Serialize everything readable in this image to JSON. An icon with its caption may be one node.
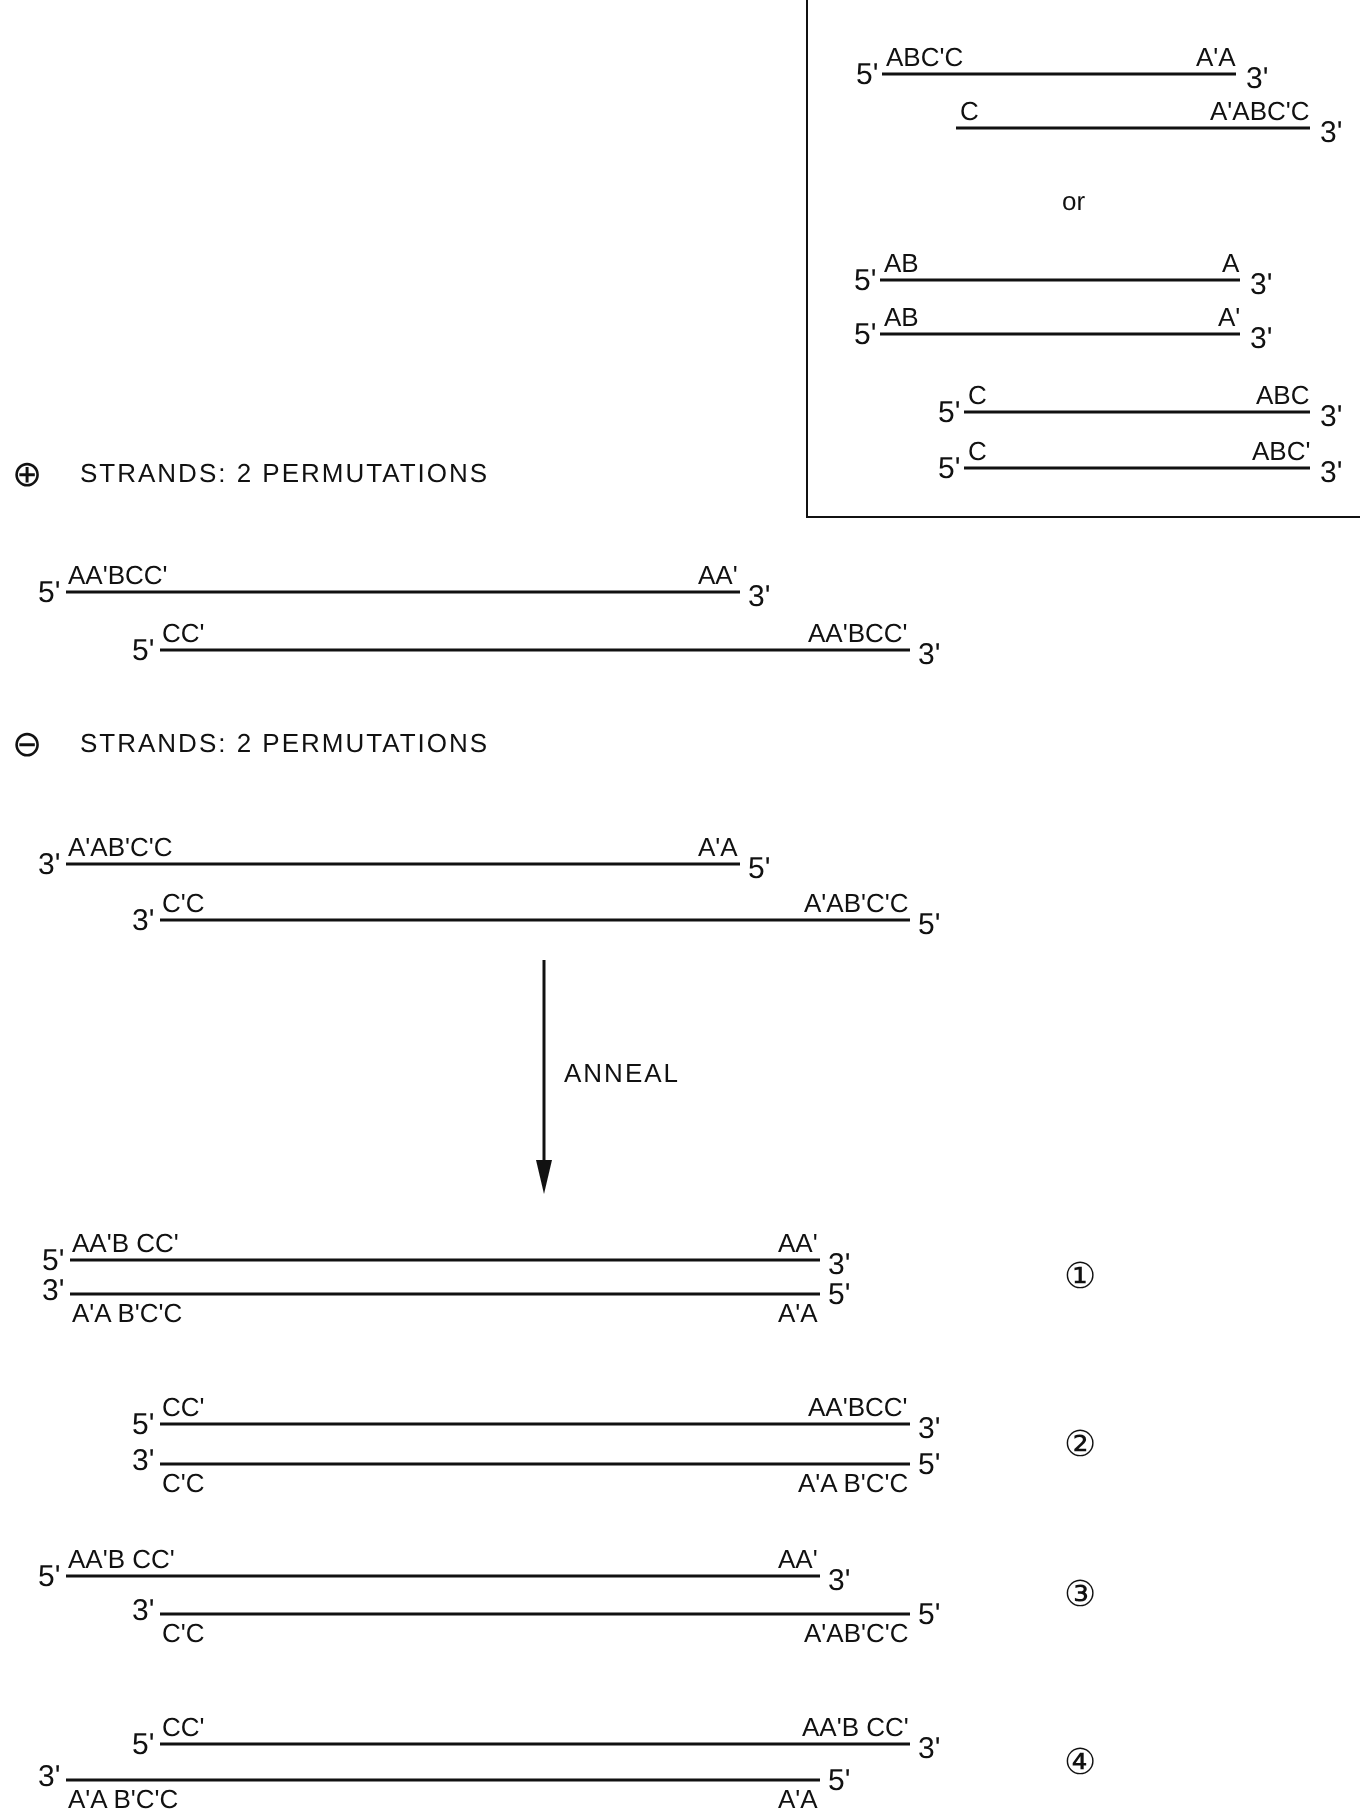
{
  "diagram": {
    "nodes": [
      {
        "text": [
          "5'",
          "ABC'C",
          "A'A",
          "3'",
          "C",
          "A'ABC'C",
          "3'",
          "or",
          "5'",
          "AB",
          "A",
          "3'",
          "5'",
          "AB",
          "A'",
          "3'",
          "5'",
          "C",
          "ABC",
          "3'",
          "5'",
          "C",
          "ABC'",
          "3'"
        ]
      }
    ],
    "labels": [
      "⊕",
      "STRANDS: 2 PERMUTATIONS",
      "5'",
      "AA'BCC'",
      "AA'",
      "3'",
      "5'",
      "CC'",
      "AA'BCC'",
      "3'",
      "⊖",
      "STRANDS: 2 PERMUTATIONS",
      "3'",
      "A'AB'C'C",
      "A'A",
      "5'",
      "3'",
      "C'C",
      "A'AB'C'C",
      "5'",
      "ANNEAL",
      "5'",
      "AA'B CC'",
      "AA'",
      "3'",
      "3'",
      "A'A B'C'C",
      "A'A",
      "5'",
      "①",
      "5'",
      "CC'",
      "AA'BCC'",
      "3'",
      "3'",
      "C'C",
      "A'A B'C'C",
      "5'",
      "②",
      "5'",
      "AA'B CC'",
      "AA'",
      "3'",
      "3'",
      "C'C",
      "A'AB'C'C",
      "5'",
      "③",
      "5'",
      "CC'",
      "AA'B CC'",
      "3'",
      "3'",
      "A'A B'C'C",
      "A'A",
      "5'",
      "④"
    ]
  }
}
